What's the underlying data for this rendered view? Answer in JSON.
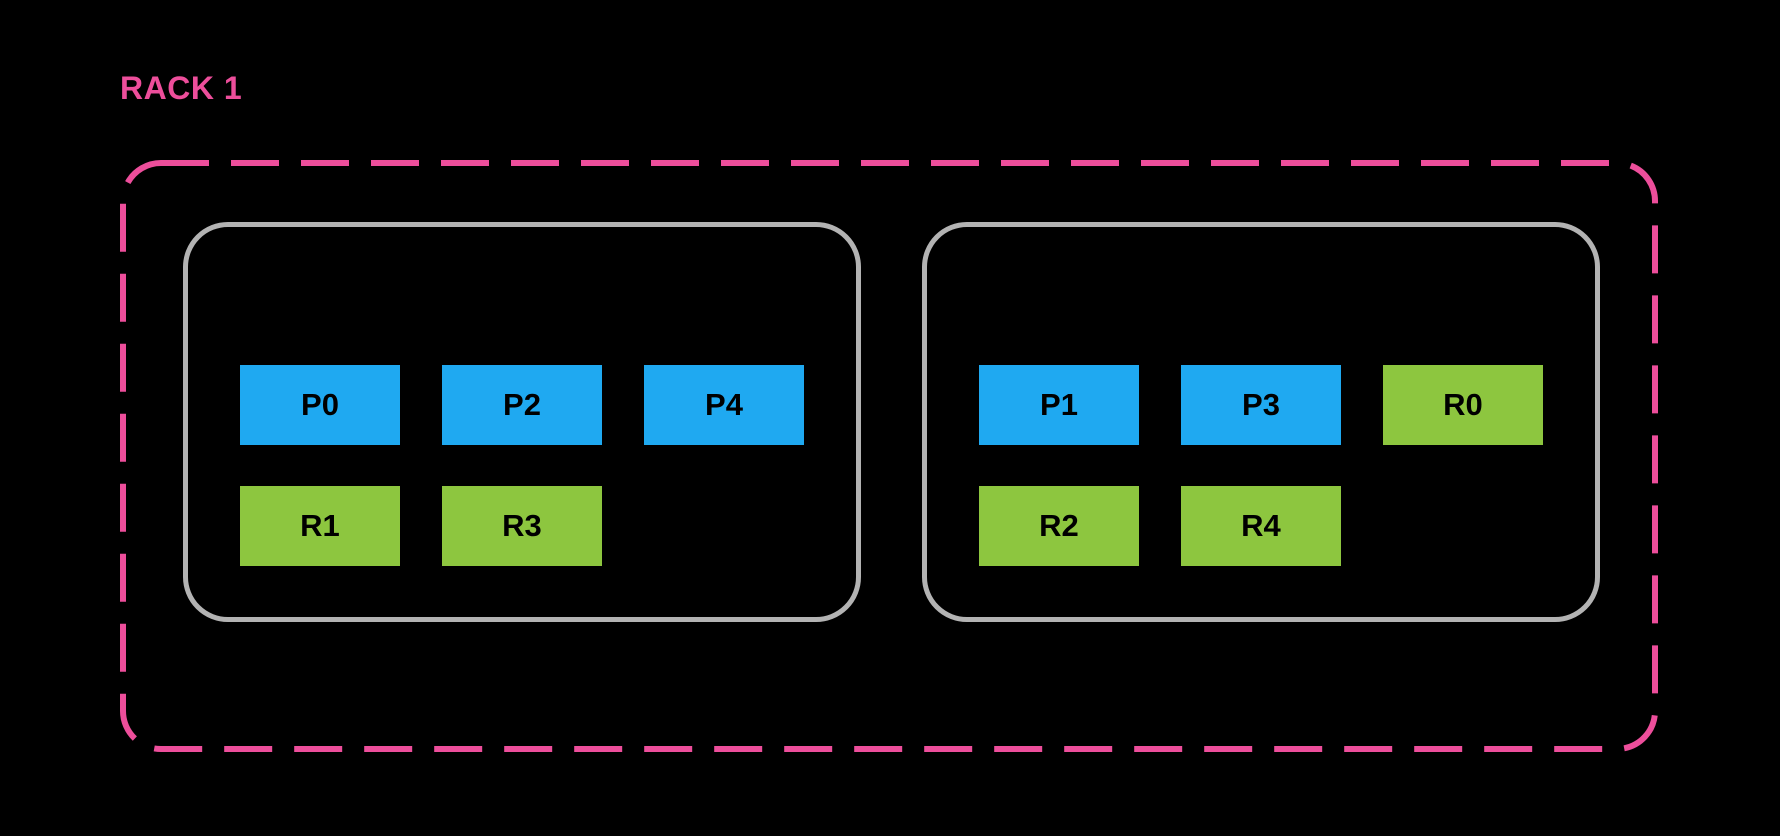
{
  "rack": {
    "label": "RACK 1",
    "nodes": [
      {
        "id": "node-0",
        "rows": [
          [
            {
              "label": "P0",
              "type": "primary"
            },
            {
              "label": "P2",
              "type": "primary"
            },
            {
              "label": "P4",
              "type": "primary"
            }
          ],
          [
            {
              "label": "R1",
              "type": "replica"
            },
            {
              "label": "R3",
              "type": "replica"
            }
          ]
        ]
      },
      {
        "id": "node-1",
        "rows": [
          [
            {
              "label": "P1",
              "type": "primary"
            },
            {
              "label": "P3",
              "type": "primary"
            },
            {
              "label": "R0",
              "type": "replica"
            }
          ],
          [
            {
              "label": "R2",
              "type": "replica"
            },
            {
              "label": "R4",
              "type": "replica"
            }
          ]
        ]
      }
    ]
  },
  "colors": {
    "background": "#000000",
    "rack_border": "#ED4E9B",
    "rack_label": "#ED4E9B",
    "node_border": "#B3B3B3",
    "primary_fill": "#1FA9F1",
    "replica_fill": "#8DC63F",
    "shard_text": "#000000"
  }
}
